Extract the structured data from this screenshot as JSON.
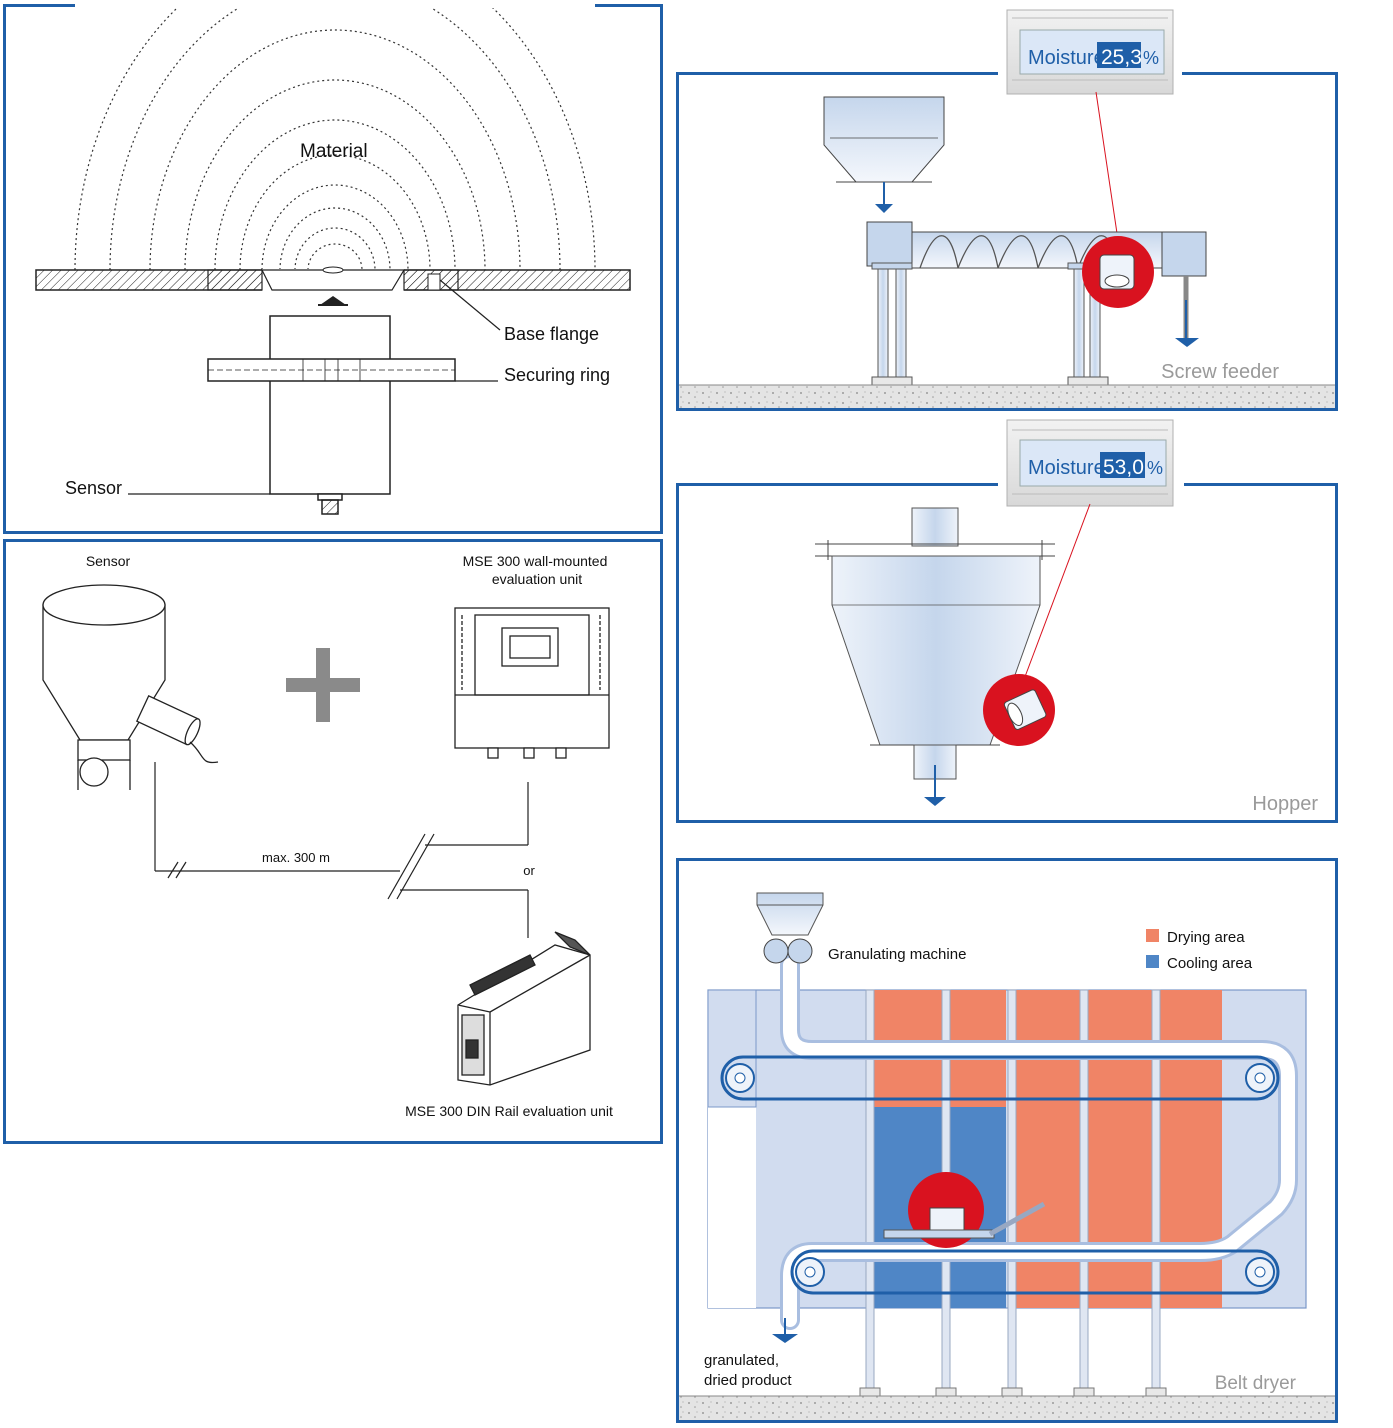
{
  "sensor_section": {
    "material_label": "Material",
    "base_flange_label": "Base flange",
    "securing_ring_label": "Securing ring",
    "sensor_label": "Sensor"
  },
  "components": {
    "sensor_label": "Sensor",
    "wall_unit_label_line1": "MSE 300 wall-mounted",
    "wall_unit_label_line2": "evaluation unit",
    "distance_label": "max. 300 m",
    "or_label": "or",
    "din_unit_label": "MSE 300 DIN Rail evaluation unit"
  },
  "screw_feeder": {
    "display_label": "Moisture",
    "display_value": "25,3",
    "display_unit": "%",
    "caption": "Screw feeder"
  },
  "hopper": {
    "display_label": "Moisture",
    "display_value": "53,0",
    "display_unit": "%",
    "caption": "Hopper"
  },
  "belt_dryer": {
    "granulating_label": "Granulating machine",
    "legend_drying": "Drying area",
    "legend_cooling": "Cooling area",
    "output_line1": "granulated,",
    "output_line2": "dried product",
    "caption": "Belt dryer"
  },
  "colors": {
    "frame_blue": "#1f5fa8",
    "sensor_red": "#d9121f",
    "drying_orange": "#f08466",
    "cooling_blue": "#4f86c6",
    "display_blue": "#1f5fa8"
  }
}
